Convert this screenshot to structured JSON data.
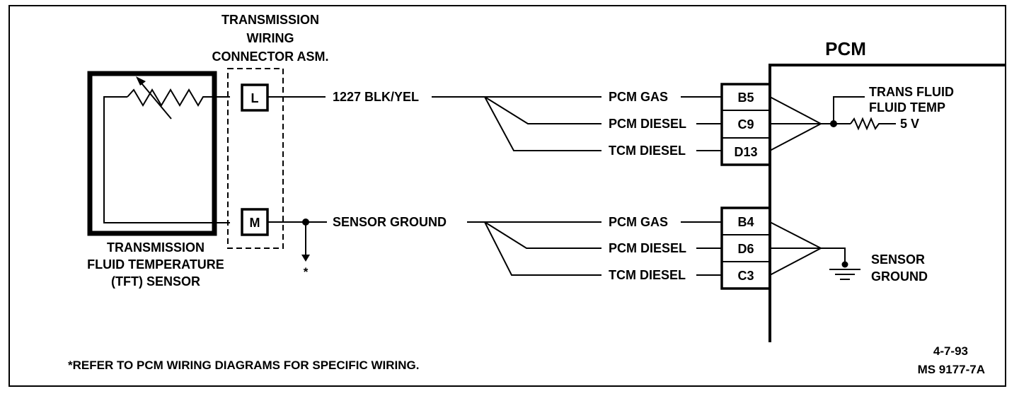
{
  "connector_title": [
    "TRANSMISSION",
    "WIRING",
    "CONNECTOR ASM."
  ],
  "pcm_title": "PCM",
  "pins": {
    "l": "L",
    "m": "M"
  },
  "wire_signal": "1227 BLK/YEL",
  "wire_ground": "SENSOR GROUND",
  "sensor_label": [
    "TRANSMISSION",
    "FLUID TEMPERATURE",
    "(TFT) SENSOR"
  ],
  "signal_branches": [
    {
      "label": "PCM GAS",
      "terminal": "B5"
    },
    {
      "label": "PCM DIESEL",
      "terminal": "C9"
    },
    {
      "label": "TCM DIESEL",
      "terminal": "D13"
    }
  ],
  "ground_branches": [
    {
      "label": "PCM GAS",
      "terminal": "B4"
    },
    {
      "label": "PCM DIESEL",
      "terminal": "D6"
    },
    {
      "label": "TCM DIESEL",
      "terminal": "C3"
    }
  ],
  "internal_signal": [
    "TRANS FLUID",
    "FLUID TEMP",
    "5 V"
  ],
  "internal_ground": [
    "SENSOR",
    "GROUND"
  ],
  "asterisk": "*",
  "footnote": "*REFER TO PCM WIRING DIAGRAMS FOR SPECIFIC WIRING.",
  "date_code": "4-7-93",
  "doc_id": "MS 9177-7A"
}
